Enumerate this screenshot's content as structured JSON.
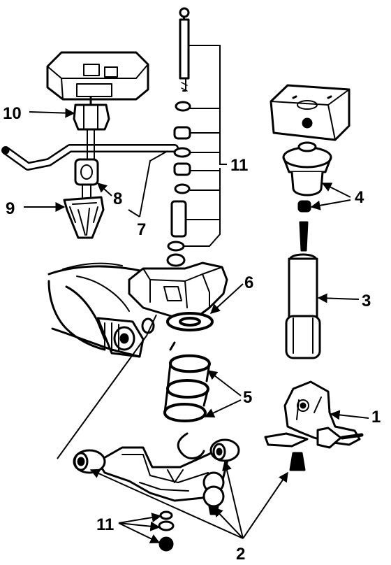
{
  "callouts": {
    "c1": "1",
    "c2": "2",
    "c3": "3",
    "c4": "4",
    "c5": "5",
    "c6": "6",
    "c7": "7",
    "c8": "8",
    "c9": "9",
    "c10": "10",
    "c11_top": "11",
    "c11_bottom": "11"
  },
  "colors": {
    "ink": "#000000",
    "paper": "#ffffff"
  },
  "icons": [
    "arrowhead-icon",
    "dot-leader-icon"
  ]
}
